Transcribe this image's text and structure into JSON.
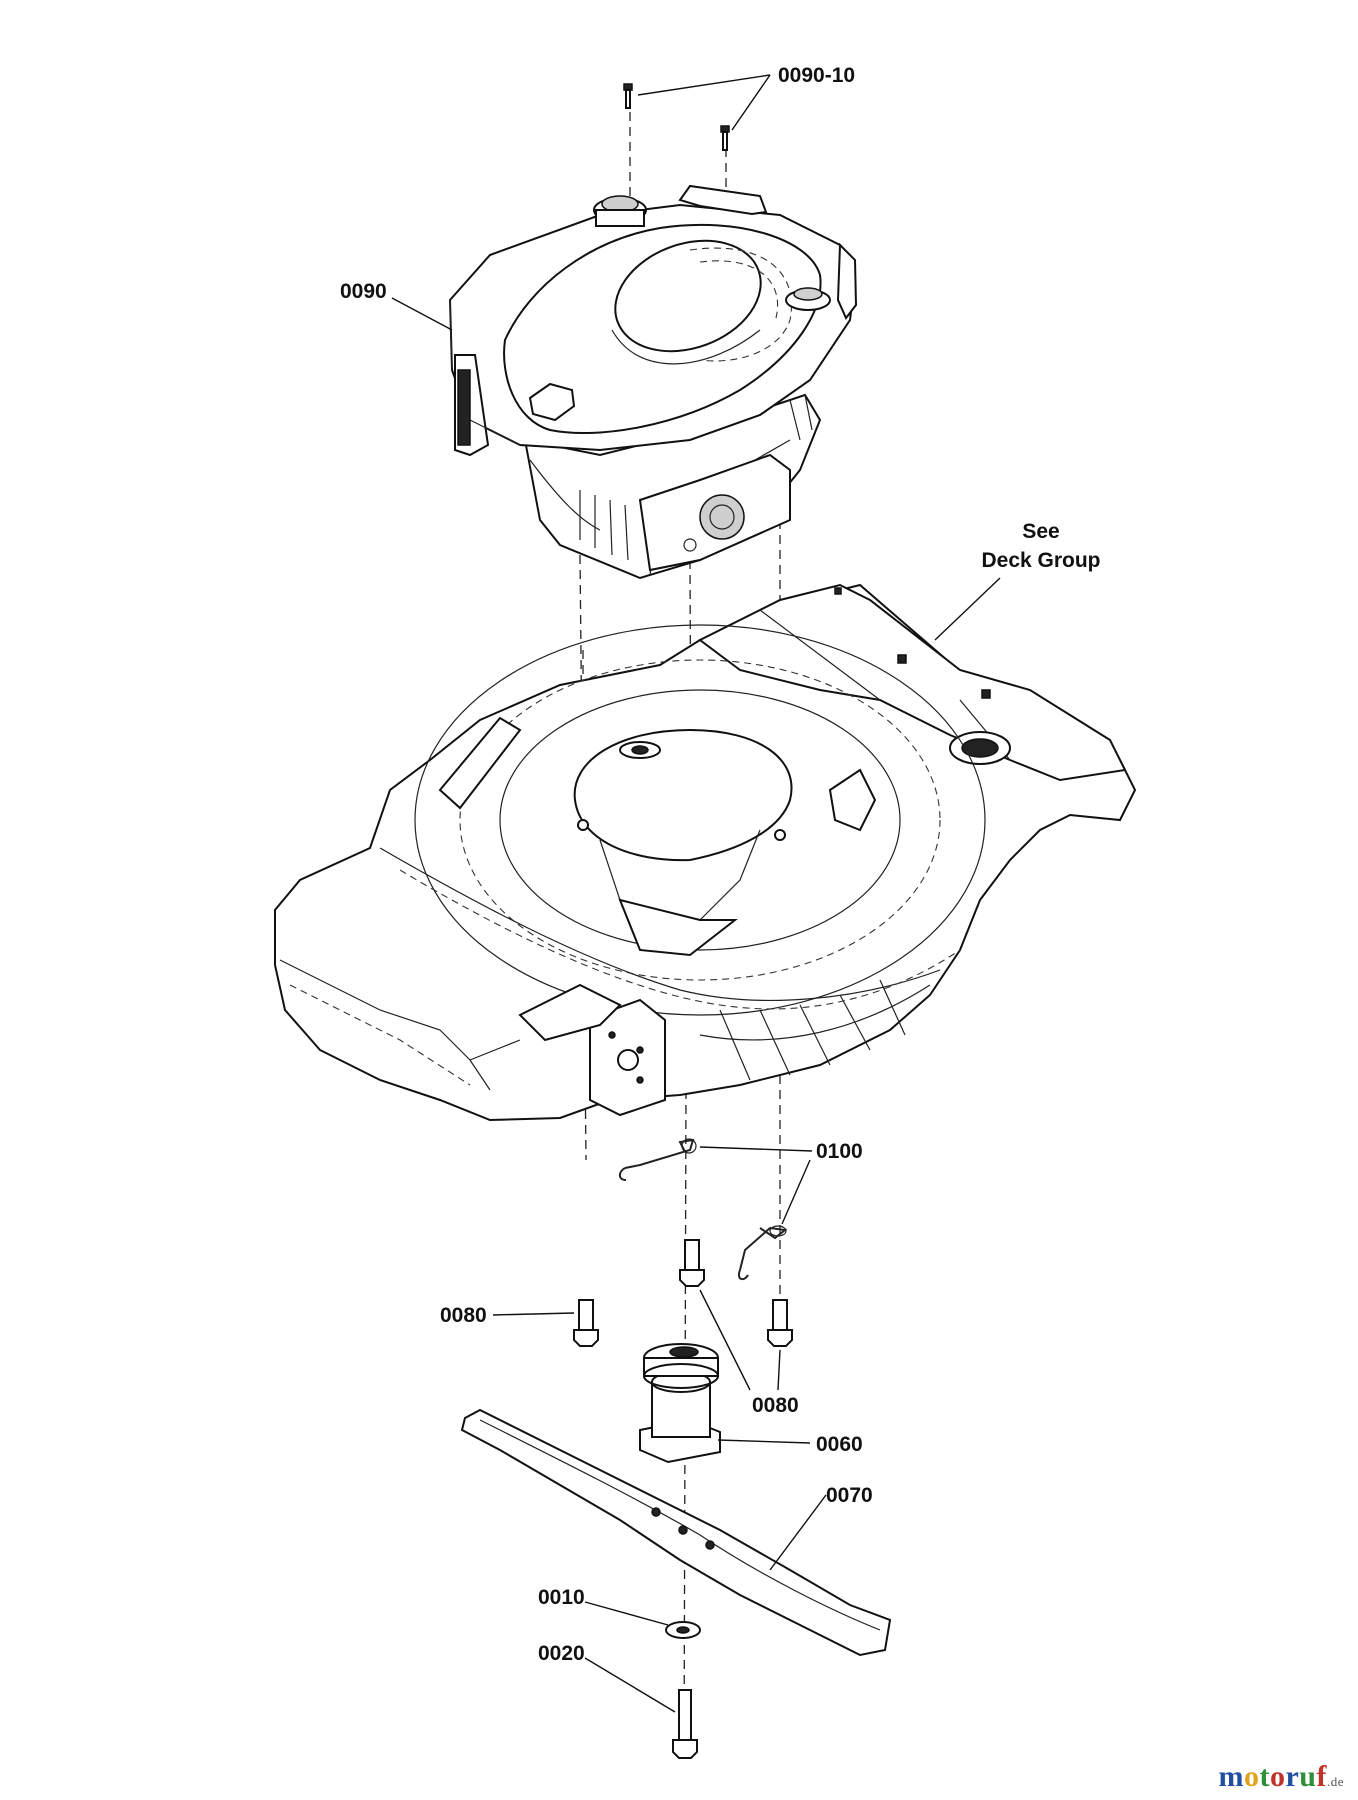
{
  "callouts": {
    "c0090_10": "0090-10",
    "c0090": "0090",
    "see_line1": "See",
    "see_line2": "Deck Group",
    "c0100": "0100",
    "c0080_left": "0080",
    "c0080_bottom": "0080",
    "c0060": "0060",
    "c0070": "0070",
    "c0010": "0010",
    "c0020": "0020"
  },
  "watermark": {
    "letters": [
      "m",
      "o",
      "t",
      "o",
      "r",
      "u",
      "f"
    ],
    "letter_colors": [
      "#1f4fa0",
      "#e0a21a",
      "#2f8f3a",
      "#c0332a",
      "#1f4fa0",
      "#2f8f3a",
      "#c0332a"
    ],
    "tld": ".de"
  }
}
